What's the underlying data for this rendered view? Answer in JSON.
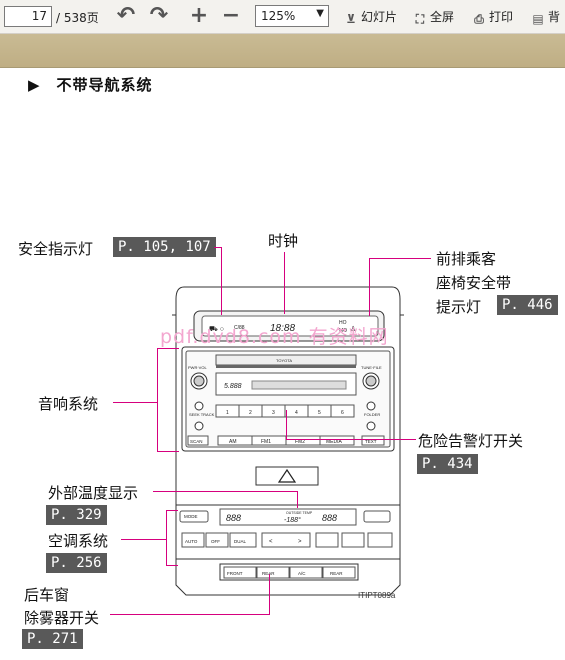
{
  "toolbar": {
    "current_page": "17",
    "page_total": "/ 538页",
    "zoom": "125%",
    "slideshow_label": "幻灯片",
    "fullscreen_label": "全屏",
    "print_label": "打印",
    "background_label": "背"
  },
  "content": {
    "heading": "▶　不带导航系统",
    "labels": {
      "safety_light": "安全指示灯",
      "safety_ref": "P. 105, 107",
      "clock": "时钟",
      "front_seat_line1": "前排乘客",
      "front_seat_line2": "座椅安全带",
      "front_seat_line3": "提示灯",
      "front_seat_ref": "P. 446",
      "audio": "音响系统",
      "hazard": "危险告警灯开关",
      "hazard_ref": "P. 434",
      "outside_temp": "外部温度显示",
      "outside_temp_ref": "P. 329",
      "ac": "空调系统",
      "ac_ref": "P. 256",
      "rear_window_line1": "后车窗",
      "rear_window_line2": "除雾器开关",
      "rear_window_ref": "P. 271"
    },
    "watermark": "pdf.dvd8.com 有资料网",
    "caption": "ITIPT089a"
  },
  "diagram": {
    "display": {
      "clock": "18:88",
      "clock_small": "C/88",
      "ho": "HO",
      "mo": "MO",
      "freq": "5.888"
    },
    "audio_brand": "TOYOTA",
    "audio_knobs": {
      "left": "PWR·VOL",
      "right": "TUNE·FILE",
      "seek": "SEEK TRACK",
      "folder": "FOLDER"
    },
    "presets": [
      "1",
      "2",
      "3",
      "4",
      "5",
      "6"
    ],
    "audio_buttons": [
      "SCAN",
      "AM",
      "FM1",
      "FM2",
      "MEDIA",
      "TEXT"
    ],
    "climate_display": "888",
    "climate_temp_label": "OUTSIDE TEMP",
    "climate_outside": "-188°",
    "climate_mode": "MODE",
    "climate_buttons": [
      "AUTO",
      "OFF",
      "DUAL",
      "<",
      ">"
    ],
    "defrost_buttons": [
      "FRONT",
      "REAR",
      "A/C",
      "REAR"
    ]
  },
  "colors": {
    "leader": "#d6007e",
    "ref_bg": "#595959",
    "band": "#c4b48b"
  },
  "icons": [
    "undo-icon",
    "redo-icon",
    "zoom-in-icon",
    "zoom-out-icon",
    "slideshow-icon",
    "fullscreen-icon",
    "print-icon",
    "background-icon"
  ]
}
